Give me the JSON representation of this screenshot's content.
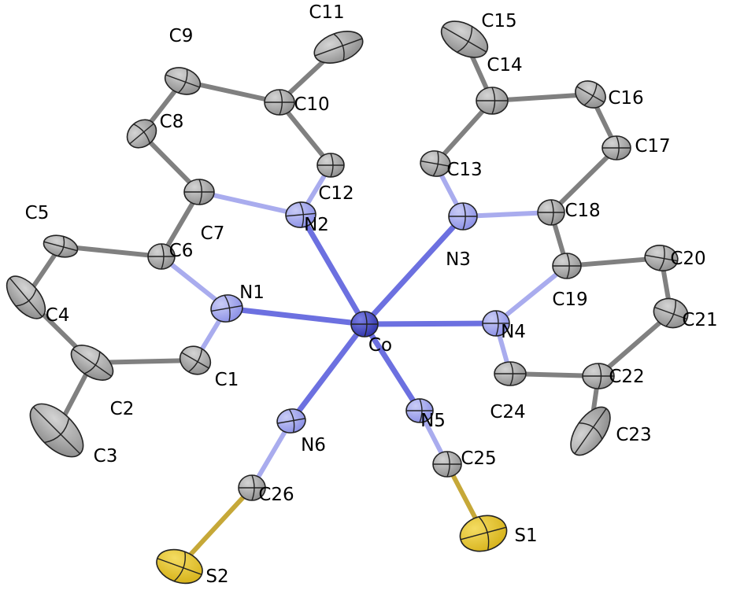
{
  "figure": {
    "title": "",
    "colors": {
      "carbon": "#8e8e8e",
      "carbon_light": "#d4d4d4",
      "nitrogen": "#8a8fe6",
      "nitrogen_light": "#c9ccf6",
      "sulfur": "#d6b21a",
      "sulfur_light": "#f4dc62",
      "cobalt": "#3b3fc0",
      "carbon_bond": "#808080",
      "metal_bond": "#6c70e0",
      "ellipsoid_outline": "#222222"
    }
  },
  "atoms": [
    {
      "id": "Co",
      "label": "Co",
      "element": "Co"
    },
    {
      "id": "N1",
      "label": "N1",
      "element": "N"
    },
    {
      "id": "N2",
      "label": "N2",
      "element": "N"
    },
    {
      "id": "N3",
      "label": "N3",
      "element": "N"
    },
    {
      "id": "N4",
      "label": "N4",
      "element": "N"
    },
    {
      "id": "N5",
      "label": "N5",
      "element": "N"
    },
    {
      "id": "N6",
      "label": "N6",
      "element": "N"
    },
    {
      "id": "S1",
      "label": "S1",
      "element": "S"
    },
    {
      "id": "S2",
      "label": "S2",
      "element": "S"
    },
    {
      "id": "C1",
      "label": "C1",
      "element": "C"
    },
    {
      "id": "C2",
      "label": "C2",
      "element": "C"
    },
    {
      "id": "C3",
      "label": "C3",
      "element": "C"
    },
    {
      "id": "C4",
      "label": "C4",
      "element": "C"
    },
    {
      "id": "C5",
      "label": "C5",
      "element": "C"
    },
    {
      "id": "C6",
      "label": "C6",
      "element": "C"
    },
    {
      "id": "C7",
      "label": "C7",
      "element": "C"
    },
    {
      "id": "C8",
      "label": "C8",
      "element": "C"
    },
    {
      "id": "C9",
      "label": "C9",
      "element": "C"
    },
    {
      "id": "C10",
      "label": "C10",
      "element": "C"
    },
    {
      "id": "C11",
      "label": "C11",
      "element": "C"
    },
    {
      "id": "C12",
      "label": "C12",
      "element": "C"
    },
    {
      "id": "C13",
      "label": "C13",
      "element": "C"
    },
    {
      "id": "C14",
      "label": "C14",
      "element": "C"
    },
    {
      "id": "C15",
      "label": "C15",
      "element": "C"
    },
    {
      "id": "C16",
      "label": "C16",
      "element": "C"
    },
    {
      "id": "C17",
      "label": "C17",
      "element": "C"
    },
    {
      "id": "C18",
      "label": "C18",
      "element": "C"
    },
    {
      "id": "C19",
      "label": "C19",
      "element": "C"
    },
    {
      "id": "C20",
      "label": "C20",
      "element": "C"
    },
    {
      "id": "C21",
      "label": "C21",
      "element": "C"
    },
    {
      "id": "C22",
      "label": "C22",
      "element": "C"
    },
    {
      "id": "C23",
      "label": "C23",
      "element": "C"
    },
    {
      "id": "C24",
      "label": "C24",
      "element": "C"
    },
    {
      "id": "C25",
      "label": "C25",
      "element": "C"
    },
    {
      "id": "C26",
      "label": "C26",
      "element": "C"
    }
  ],
  "bonds": [
    [
      "Co",
      "N1"
    ],
    [
      "Co",
      "N2"
    ],
    [
      "Co",
      "N3"
    ],
    [
      "Co",
      "N4"
    ],
    [
      "Co",
      "N5"
    ],
    [
      "Co",
      "N6"
    ],
    [
      "N1",
      "C1"
    ],
    [
      "C1",
      "C2"
    ],
    [
      "C2",
      "C3"
    ],
    [
      "C2",
      "C4"
    ],
    [
      "C4",
      "C5"
    ],
    [
      "C5",
      "C6"
    ],
    [
      "C6",
      "N1"
    ],
    [
      "C6",
      "C7"
    ],
    [
      "C7",
      "N2"
    ],
    [
      "C7",
      "C8"
    ],
    [
      "C8",
      "C9"
    ],
    [
      "C9",
      "C10"
    ],
    [
      "C10",
      "C11"
    ],
    [
      "C10",
      "C12"
    ],
    [
      "C12",
      "N2"
    ],
    [
      "N3",
      "C13"
    ],
    [
      "C13",
      "C14"
    ],
    [
      "C14",
      "C15"
    ],
    [
      "C14",
      "C16"
    ],
    [
      "C16",
      "C17"
    ],
    [
      "C17",
      "C18"
    ],
    [
      "C18",
      "N3"
    ],
    [
      "C18",
      "C19"
    ],
    [
      "C19",
      "N4"
    ],
    [
      "C19",
      "C20"
    ],
    [
      "C20",
      "C21"
    ],
    [
      "C21",
      "C22"
    ],
    [
      "C22",
      "C23"
    ],
    [
      "C22",
      "C24"
    ],
    [
      "C24",
      "N4"
    ],
    [
      "N5",
      "C25"
    ],
    [
      "C25",
      "S1"
    ],
    [
      "N6",
      "C26"
    ],
    [
      "C26",
      "S2"
    ]
  ]
}
